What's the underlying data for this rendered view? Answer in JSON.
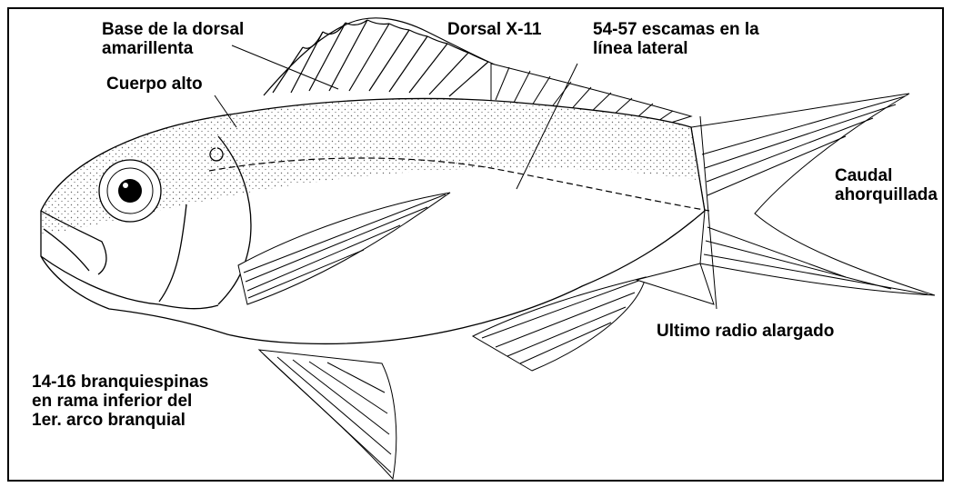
{
  "labels": {
    "dorsal_base": [
      "Base de la dorsal",
      "amarillenta"
    ],
    "dorsal_formula": "Dorsal X-11",
    "lateral_line_scales": [
      "54-57 escamas en la",
      "línea lateral"
    ],
    "body_shape": "Cuerpo alto",
    "caudal_fin": [
      "Caudal",
      "ahorquillada"
    ],
    "last_ray": "Ultimo radio alargado",
    "gill_rakers": [
      "14-16 branquiespinas",
      "en rama inferior del",
      "1er. arco branquial"
    ]
  },
  "illustration": {
    "subject": "fish-side-view",
    "ink_color": "#000000",
    "background_color": "#ffffff"
  }
}
